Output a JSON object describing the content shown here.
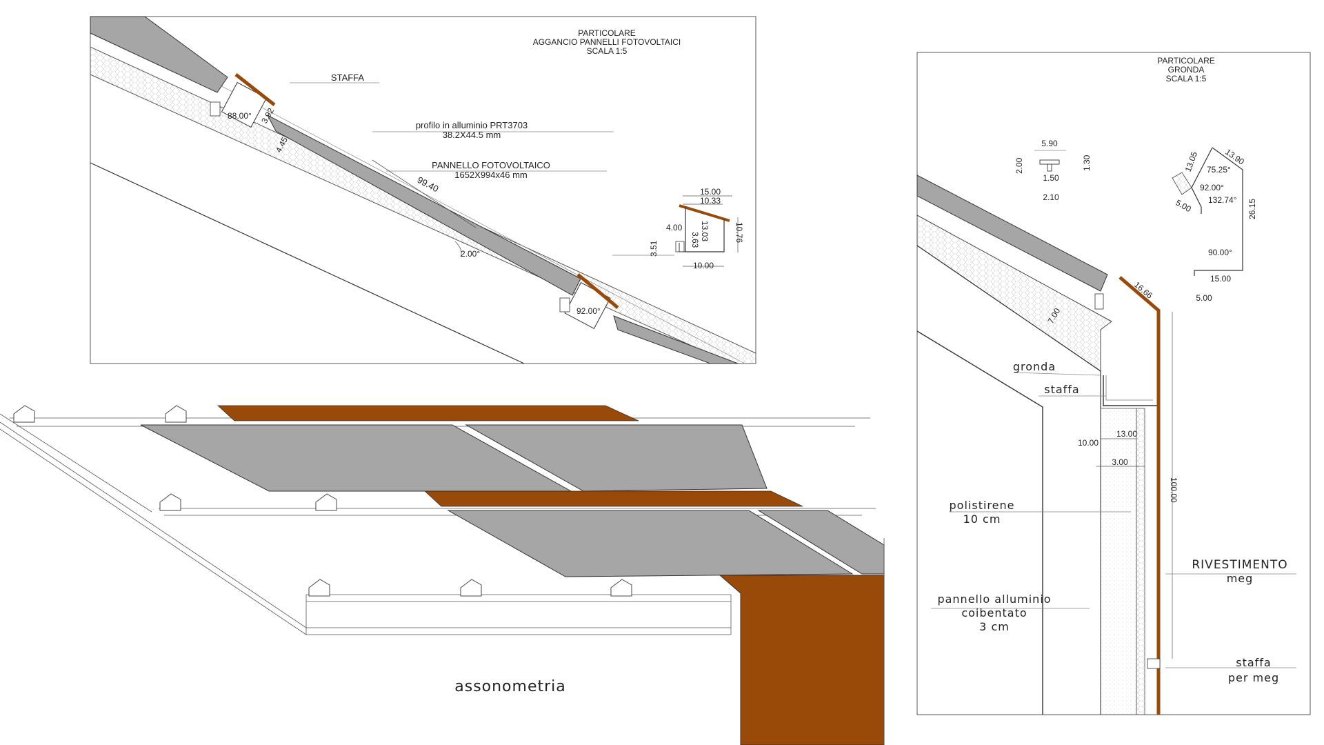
{
  "panel_detail": {
    "title_line1": "PARTICOLARE",
    "title_line2": "AGGANCIO PANNELLI FOTOVOLTAICI",
    "title_line3": "SCALA 1:5",
    "label_staffa": "STAFFA",
    "label_profilo_line1": "profilo in alluminio PRT3703",
    "label_profilo_line2": "38.2X44.5 mm",
    "label_pannello_line1": "PANNELLO FOTOVOLTAICO",
    "label_pannello_line2": "1652X994x46 mm",
    "dim_angle_88": "88.00°",
    "dim_392": "3.92",
    "dim_445": "4.45",
    "dim_9940": "99.40",
    "dim_angle_2": "2.00°",
    "dim_angle_92": "92.00°",
    "staffa_dims": {
      "d1500": "15.00",
      "d1033": "10.33",
      "d1303": "13.03",
      "d363": "3.63",
      "d400": "4.00",
      "d351": "3.51",
      "d1076": "10.76",
      "d1000": "10.00"
    }
  },
  "gronda_detail": {
    "title_line1": "PARTICOLARE",
    "title_line2": "GRONDA",
    "title_line3": "SCALA 1:5",
    "profile_dims": {
      "d590": "5.90",
      "d200": "2.00",
      "d130": "1.30",
      "d150": "1.50",
      "d210": "2.10"
    },
    "bracket_dims": {
      "d1305": "13.05",
      "d1390": "13.90",
      "a7525": "75.25°",
      "a9200": "92.00°",
      "a13274": "132.74°",
      "d500a": "5.00",
      "d2615": "26.15",
      "a9000": "90.00°",
      "d1500": "15.00",
      "d500b": "5.00"
    },
    "dim_1666": "16.66",
    "dim_700": "7.00",
    "label_gronda": "gronda",
    "label_staffa": "staffa",
    "dim_1300": "13.00",
    "dim_1000": "10.00",
    "dim_300": "3.00",
    "dim_10000": "100.00",
    "label_polistirene_line1": "polistirene",
    "label_polistirene_line2": "10 cm",
    "label_pannello_line1": "pannello alluminio",
    "label_pannello_line2": "coibentato",
    "label_pannello_line3": "3 cm",
    "label_rivestimento_line1": "RIVESTIMENTO",
    "label_rivestimento_line2": "meg",
    "label_staffa_meg_line1": "staffa",
    "label_staffa_meg_line2": "per meg"
  },
  "axonometric": {
    "label": "assonometria"
  },
  "colors": {
    "rust": "#9a4a08",
    "panel_gray": "#a6a6a6",
    "line": "#3a3a3a",
    "hatch": "#c9c9c9"
  }
}
